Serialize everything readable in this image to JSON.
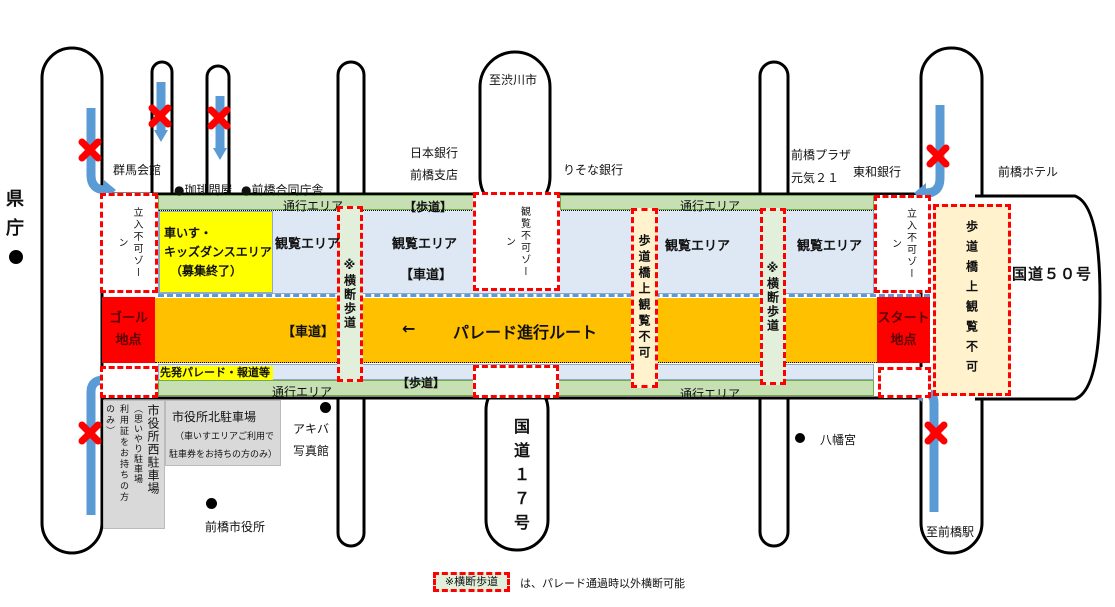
{
  "landmarks": {
    "prefecture_office": [
      "県",
      "庁"
    ],
    "gunma_kaikan": "群馬会館",
    "coffee": "●珈琲問屋",
    "joint_office": "●前橋合同庁舎",
    "to_shibukawa": "至渋川市",
    "boj": [
      "日本銀行",
      "前橋支店"
    ],
    "resona": "りそな銀行",
    "plaza": [
      "前橋プラザ",
      "元気２１"
    ],
    "towa": "東和銀行",
    "hotel": "前橋ホテル",
    "route50": "国道５０号",
    "route17": "国道１７号",
    "hachimangu": "八幡宮",
    "to_station": "至前橋駅",
    "akiba": [
      "アキバ",
      "写真館"
    ],
    "city_hall": "前橋市役所",
    "north_parking": [
      "市役所北駐車場",
      "（車いすエリアご利用で",
      "駐車券をお持ちの方のみ）"
    ],
    "west_parking": [
      "市役所西駐車場",
      "（思いやり駐車場",
      "利用証をお持ちの方",
      "のみ）"
    ]
  },
  "areas": {
    "traffic": "通行エリア",
    "sidewalk": "【歩道】",
    "roadway": "【車道】",
    "viewing": "観覧エリア",
    "wheelchair": [
      "車いす・",
      "キッズダンスエリア",
      "（募集終了）"
    ],
    "no_entry": "立入不可ゾーン",
    "no_viewing": "観覧不可ゾーン",
    "crosswalk": "※横断歩道",
    "bridge_no_view": "歩道橋上観覧不可",
    "goal": [
      "ゴール",
      "地点"
    ],
    "start": [
      "スタート",
      "地点"
    ],
    "lead_parade": "先発パレード・報道等",
    "route_arrow": "←",
    "route": "パレード進行ルート"
  },
  "legend": {
    "key": "※横断歩道",
    "text": "は、パレード通過時以外横断可能"
  },
  "colors": {
    "route": "#ffc000",
    "goal": "#ff0000",
    "wheelchair": "#ffff00",
    "viewing": "#dde8f4",
    "traffic": "#c6e0b4",
    "bridge": "#fff2cc",
    "arrow": "#5b9bd5"
  }
}
